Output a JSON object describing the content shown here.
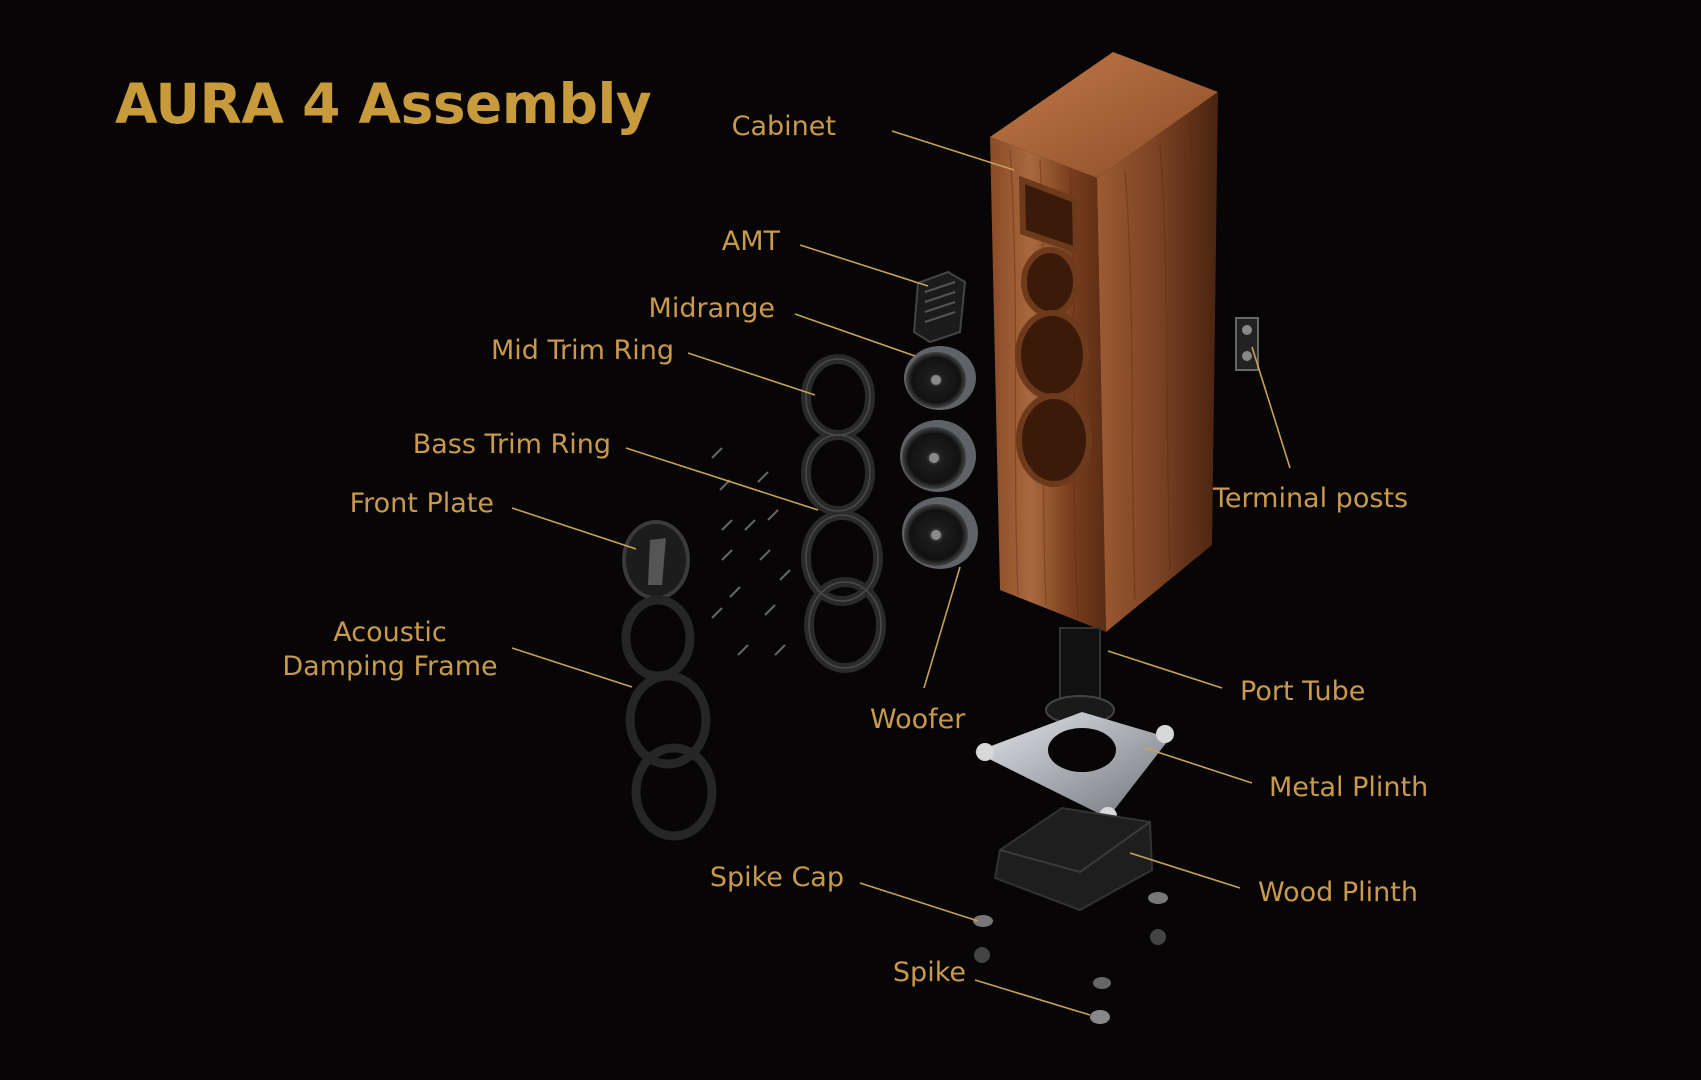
{
  "title": "AURA 4 Assembly",
  "colors": {
    "background": "#070505",
    "title": "#c79a3c",
    "label": "#c99a4c",
    "leader_line": "#c7a15a",
    "wood_light": "#a8653a",
    "wood_dark": "#4e2712",
    "metal": "#b8bcc2"
  },
  "labels": {
    "cabinet": "Cabinet",
    "amt": "AMT",
    "midrange": "Midrange",
    "mid_trim_ring": "Mid Trim Ring",
    "bass_trim_ring": "Bass Trim Ring",
    "front_plate": "Front Plate",
    "acoustic_line1": "Acoustic",
    "acoustic_line2": "Damping Frame",
    "terminal_posts": "Terminal posts",
    "port_tube": "Port Tube",
    "woofer": "Woofer",
    "metal_plinth": "Metal Plinth",
    "wood_plinth": "Wood Plinth",
    "spike_cap": "Spike Cap",
    "spike": "Spike"
  }
}
